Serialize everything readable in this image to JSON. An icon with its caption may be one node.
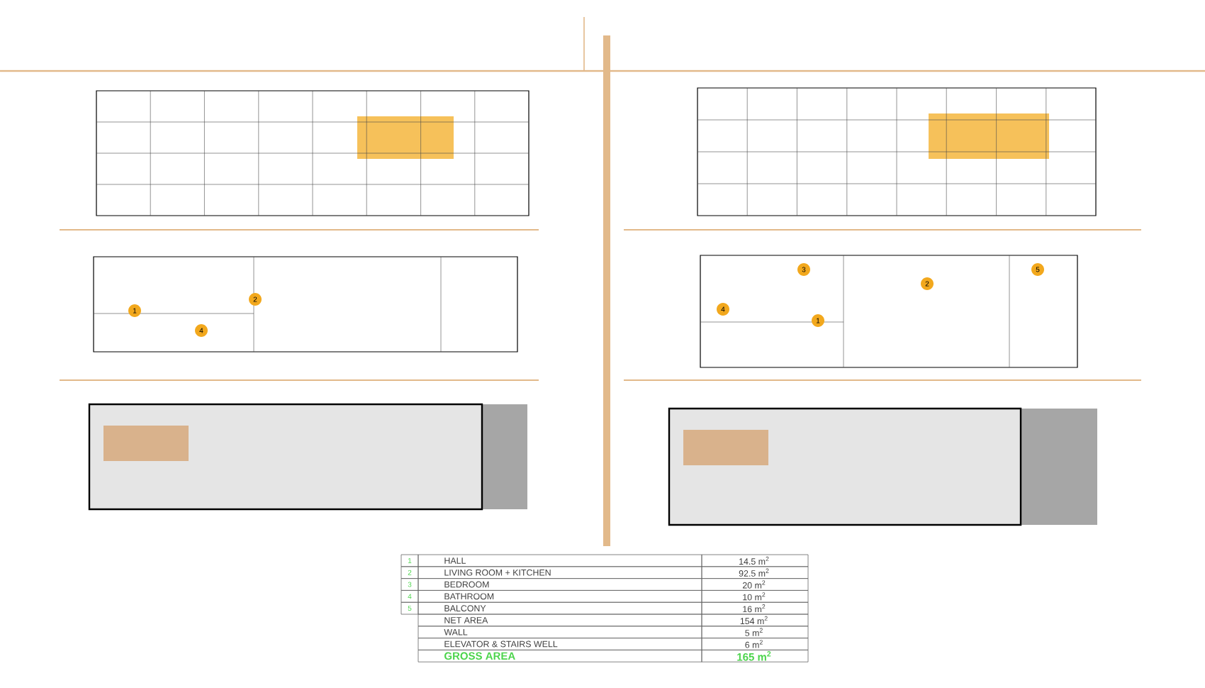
{
  "diagram": {
    "labels": [
      "2",
      "1",
      "4",
      "3",
      "5",
      "2",
      "4",
      "1",
      "1",
      "HALL",
      "14.5 m$^{2}$",
      "2",
      "LIVING ROOM + KITCHEN",
      "92.5 m$^{2}$",
      "3",
      "BEDROOM",
      "20 m$^{2}$",
      "4",
      "BATHROOM",
      "10 m$^{2}$",
      "5",
      "BALCONY",
      "16 m$^{2}$",
      "NET AREA",
      "154 m$^{2}$",
      "WALL",
      "5 m$^{2}$",
      "ELEVATOR & STAIRS WELL",
      "6 m$^{2}$",
      "GROSS AREA",
      "165 m$^{2}$"
    ]
  }
}
